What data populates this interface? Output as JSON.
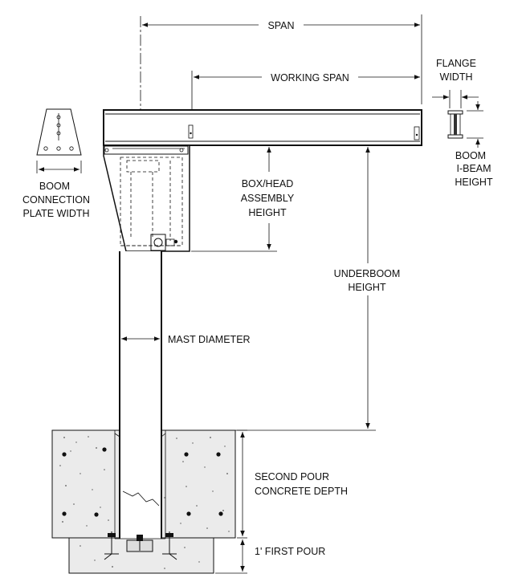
{
  "labels": {
    "span": "SPAN",
    "working_span": "WORKING SPAN",
    "flange_width_1": "FLANGE",
    "flange_width_2": "WIDTH",
    "boom_ibeam_height_1": "BOOM",
    "boom_ibeam_height_2": "I-BEAM",
    "boom_ibeam_height_3": "HEIGHT",
    "boom_plate_1": "BOOM",
    "boom_plate_2": "CONNECTION",
    "boom_plate_3": "PLATE WIDTH",
    "box_head_1": "BOX/HEAD",
    "box_head_2": "ASSEMBLY",
    "box_head_3": "HEIGHT",
    "underboom_1": "UNDERBOOM",
    "underboom_2": "HEIGHT",
    "mast_diameter": "MAST DIAMETER",
    "second_pour_1": "SECOND POUR",
    "second_pour_2": "CONCRETE DEPTH",
    "first_pour": "1' FIRST POUR"
  }
}
